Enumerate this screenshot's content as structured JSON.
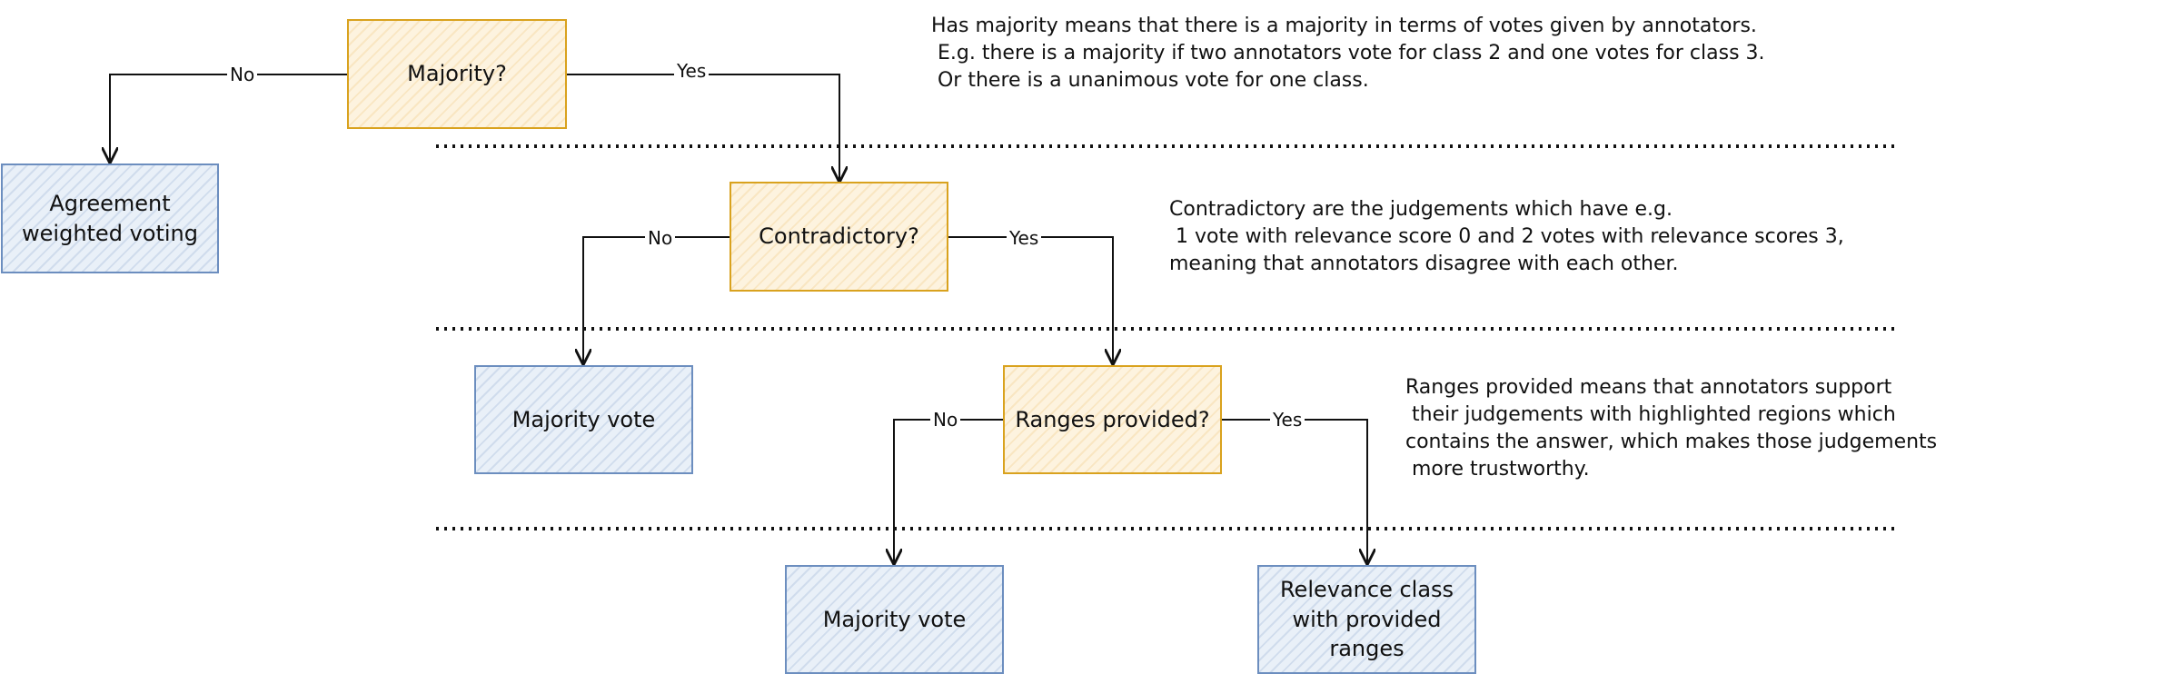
{
  "nodes": {
    "majority_q": "Majority?",
    "agreement_weighted": "Agreement weighted voting",
    "contradictory_q": "Contradictory?",
    "majority_vote_1": "Majority vote",
    "ranges_q": "Ranges provided?",
    "majority_vote_2": "Majority vote",
    "relevance_class": "Relevance class with provided ranges"
  },
  "edges": {
    "majority_no": "No",
    "majority_yes": "Yes",
    "contradictory_no": "No",
    "contradictory_yes": "Yes",
    "ranges_no": "No",
    "ranges_yes": "Yes"
  },
  "notes": {
    "majority": "Has majority means that there is a majority in terms of votes given by annotators.\n E.g. there is a majority if two annotators vote for class 2 and one votes for class 3.\n Or there is a unanimous vote for one class.",
    "contradictory": "Contradictory are the judgements which have e.g.\n 1 vote with relevance score 0 and 2 votes with relevance scores 3,\nmeaning that annotators disagree with each other.",
    "ranges": "Ranges provided means that annotators support\n their judgements with highlighted regions which\ncontains the answer, which makes those judgements\n more trustworthy."
  },
  "colors": {
    "decision_fill": "#fdf3df",
    "decision_stroke": "#d9a21e",
    "outcome_fill": "#e9f0f8",
    "outcome_stroke": "#6c8ebf"
  }
}
